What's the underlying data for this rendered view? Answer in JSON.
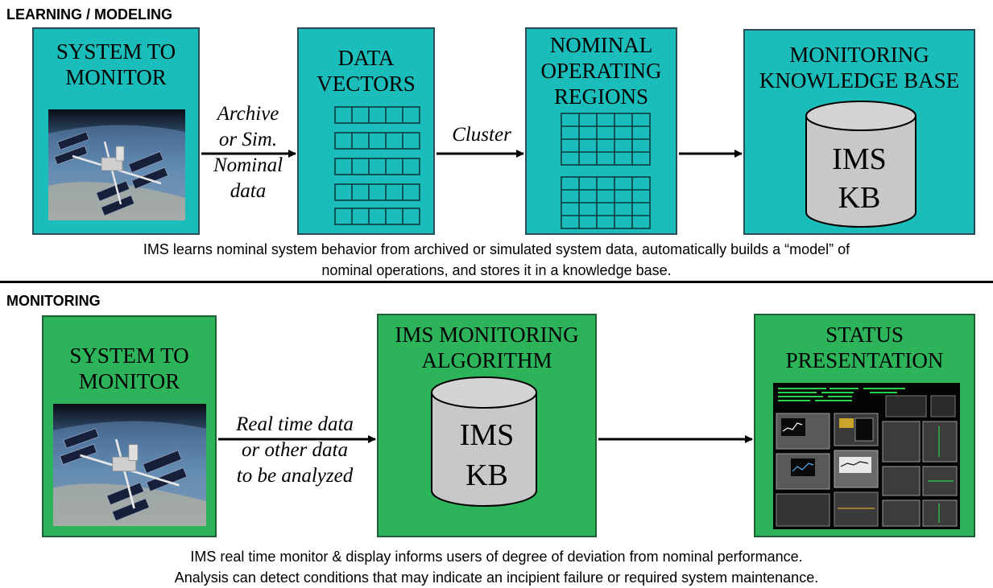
{
  "learning": {
    "section_title": "LEARNING / MODELING",
    "box1_title": "SYSTEM TO\nMONITOR",
    "box1_image_icon": "space-station-icon",
    "arrow1_label": "Archive\nor Sim.\nNominal\ndata",
    "box2_title": "DATA\nVECTORS",
    "arrow2_label": "Cluster",
    "box3_title": "NOMINAL\nOPERATING\nREGIONS",
    "box4_title": "MONITORING\nKNOWLEDGE BASE",
    "kb_label": "IMS\nKB",
    "caption": "IMS learns nominal system behavior from archived or simulated system data, automatically builds a “model” of\nnominal operations, and stores it in a knowledge base."
  },
  "monitoring": {
    "section_title": "MONITORING",
    "box1_title": "SYSTEM TO\nMONITOR",
    "box1_image_icon": "space-station-icon",
    "arrow1_label": "Real time data\nor other data\nto be analyzed",
    "box2_title": "IMS MONITORING\nALGORITHM",
    "kb_label": "IMS\nKB",
    "box3_title": "STATUS\nPRESENTATION",
    "box3_image_icon": "status-display-icon",
    "caption": "IMS real time monitor & display informs users of degree of deviation from nominal performance.\nAnalysis can detect conditions that may indicate an incipient failure or required system maintenance."
  },
  "colors": {
    "teal_box": "#1bbdbb",
    "green_box": "#2db35a",
    "cylinder": "#c8c8c8"
  }
}
